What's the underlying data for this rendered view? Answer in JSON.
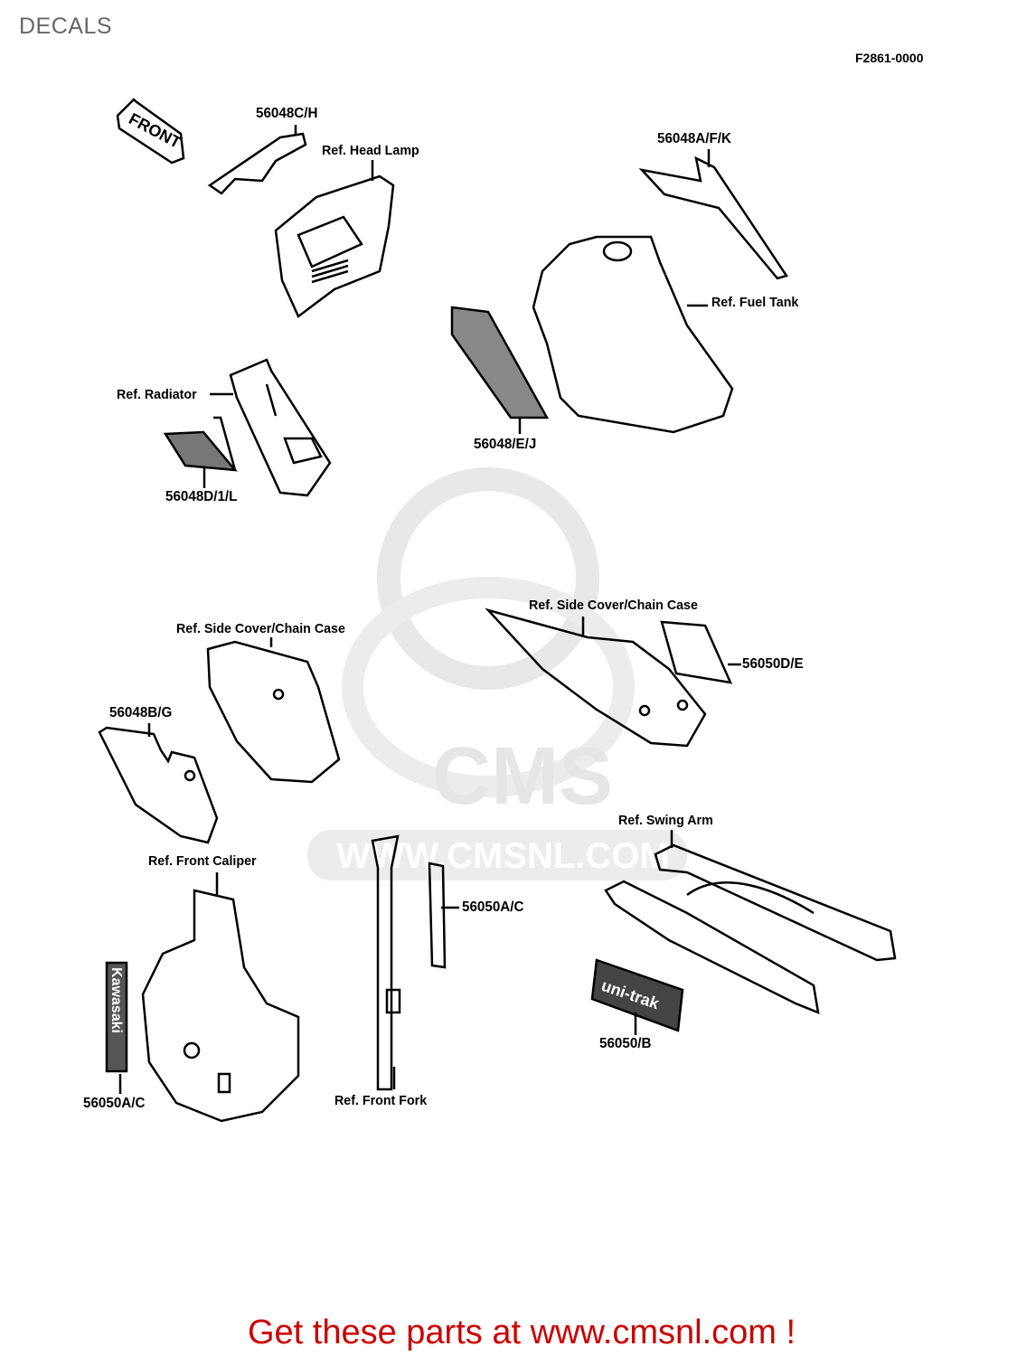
{
  "title": "DECALS",
  "diagram_code": "F2861-0000",
  "watermark": {
    "logo_text": "CMS",
    "url_text": "WWW.CMSNL.COM"
  },
  "labels": {
    "p56048CH": "56048C/H",
    "ref_head_lamp": "Ref. Head Lamp",
    "p56048AFK": "56048A/F/K",
    "ref_fuel_tank": "Ref. Fuel Tank",
    "ref_radiator": "Ref. Radiator",
    "p56048EJ": "56048/E/J",
    "p56048DIL": "56048D/1/L",
    "ref_side_cover_left": "Ref. Side Cover/Chain Case",
    "ref_side_cover_right": "Ref. Side Cover/Chain Case",
    "p56050DE": "56050D/E",
    "p56048BG": "56048B/G",
    "ref_swing_arm": "Ref. Swing Arm",
    "ref_front_caliper": "Ref. Front Caliper",
    "p56050AC_fork": "56050A/C",
    "p56050B": "56050/B",
    "p56050AC_caliper": "56050A/C",
    "ref_front_fork": "Ref. Front Fork"
  },
  "decal_texts": {
    "front": "FRONT",
    "kawasaki": "Kawasaki",
    "unitrak": "uni-trak"
  },
  "footer": "Get these parts at www.cmsnl.com !",
  "colors": {
    "footer": "#cc0000",
    "title": "#666666",
    "watermark": "#e6e6e6"
  }
}
